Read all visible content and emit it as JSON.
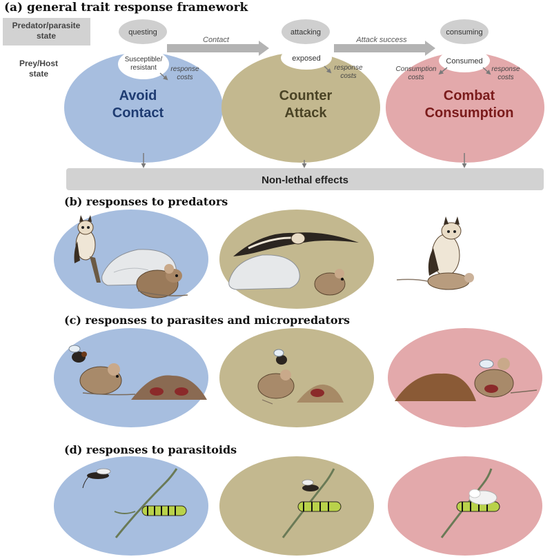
{
  "panel_a": {
    "title": "(a)  general trait response framework",
    "predator_state_label": "Predator/parasite state",
    "prey_state_label": "Prey/Host state",
    "predator_states": [
      "questing",
      "attacking",
      "consuming"
    ],
    "prey_states": [
      "Susceptible/ resistant",
      "exposed",
      "Consumed"
    ],
    "transitions": [
      "Contact",
      "Attack success"
    ],
    "response_costs": "response costs",
    "consumption_costs": "Consumption costs",
    "stages": [
      "Avoid Contact",
      "Counter Attack",
      "Combat Consumption"
    ],
    "non_lethal": "Non-lethal effects"
  },
  "panel_b": {
    "title": "(b)  responses to predators"
  },
  "panel_c": {
    "title": "(c)  responses to parasites and micropredators"
  },
  "panel_d": {
    "title": "(d)  responses to parasitoids"
  },
  "colors": {
    "avoid": "#a7bedf",
    "counter": "#c3b88f",
    "combat": "#e3a9ab",
    "avoid_text": "#1f3c72",
    "counter_text": "#4a4325",
    "combat_text": "#7a1b1b",
    "grey_box": "#d2d2d2",
    "grey_oval": "#cfcfcf",
    "arrow": "#b3b3b3"
  }
}
